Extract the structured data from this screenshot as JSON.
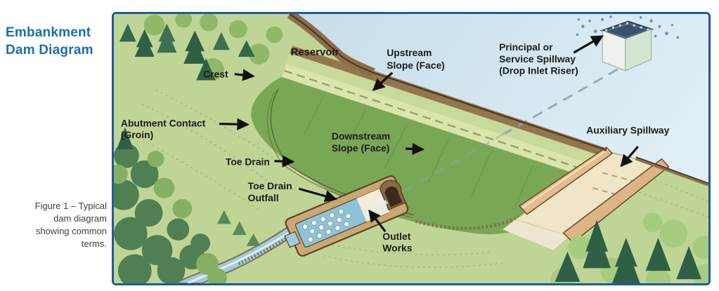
{
  "sidebar": {
    "title": "Embankment\nDam Diagram",
    "caption": "Figure 1 – Typical\ndam diagram\nshowing common\nterms."
  },
  "figure": {
    "labels": {
      "reservoir": {
        "lines": [
          "Reservoir"
        ]
      },
      "upstream_slope": {
        "lines": [
          "Upstream",
          "Slope (Face)"
        ]
      },
      "principal_spillway": {
        "lines": [
          "Principal or",
          "Service Spillway",
          "(Drop Inlet Riser)"
        ]
      },
      "crest": {
        "lines": [
          "Crest"
        ]
      },
      "abutment_contact": {
        "lines": [
          "Abutment Contact",
          "(Groin)"
        ]
      },
      "downstream_slope": {
        "lines": [
          "Downstream",
          "Slope (Face)"
        ]
      },
      "toe_drain": {
        "lines": [
          "Toe Drain"
        ]
      },
      "toe_drain_outfall": {
        "lines": [
          "Toe Drain",
          "Outfall"
        ]
      },
      "outlet_works": {
        "lines": [
          "Outlet",
          "Works"
        ]
      },
      "auxiliary_spillway": {
        "lines": [
          "Auxiliary Spillway"
        ]
      }
    },
    "palette": {
      "frame_border": "#1e5b99",
      "title_text": "#1a6fad",
      "caption_text": "#3f3f3f",
      "label_text": "#1c1c1c",
      "reservoir_water": "#c8dfec",
      "hillside_green": "#bed596",
      "downstream_face_green": "#7aa755",
      "upstream_face_green": "#c8d99c",
      "shoreline_brown": "#8d6d45",
      "spillway_tan": "#e3bd8d",
      "spillway_floor": "#f1e5c8",
      "stream_blue": "#9fcbdf"
    }
  }
}
